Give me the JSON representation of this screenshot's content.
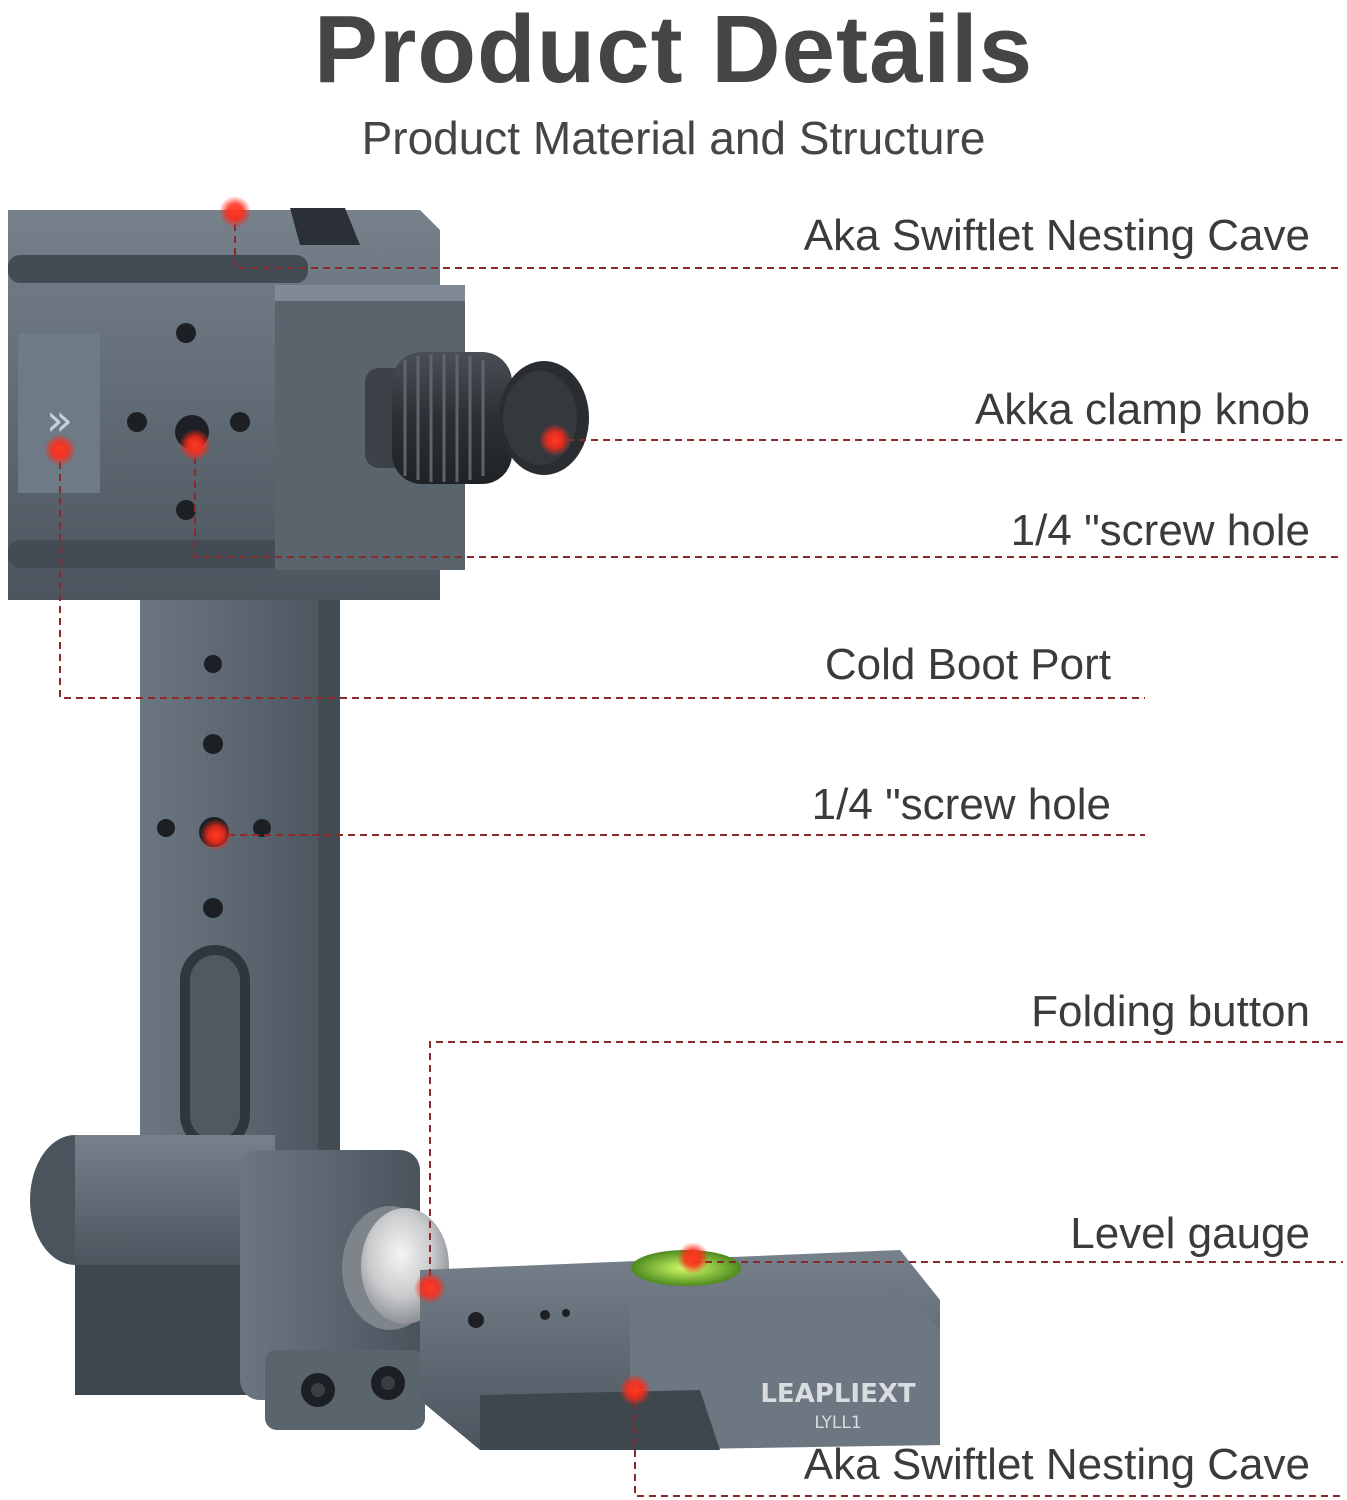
{
  "header": {
    "title": "Product Details",
    "subtitle": "Product Material and Structure"
  },
  "product": {
    "brand_text": "LEAPLIEXT",
    "model_text": "LYLL1"
  },
  "callouts": [
    {
      "label": "Aka Swiftlet Nesting Cave"
    },
    {
      "label": "Akka clamp knob"
    },
    {
      "label": "1/4 \"screw hole"
    },
    {
      "label": "Cold Boot Port"
    },
    {
      "label": "1/4 \"screw hole"
    },
    {
      "label": "Folding button"
    },
    {
      "label": "Level gauge"
    },
    {
      "label": "Aka Swiftlet Nesting Cave"
    }
  ],
  "colors": {
    "metal": "#5f6a74",
    "metal_dark": "#3f4850",
    "metal_light": "#7d8893",
    "leader_line": "#8b2a2a",
    "marker": "#ff2a1a",
    "text": "#3b3b3b"
  }
}
